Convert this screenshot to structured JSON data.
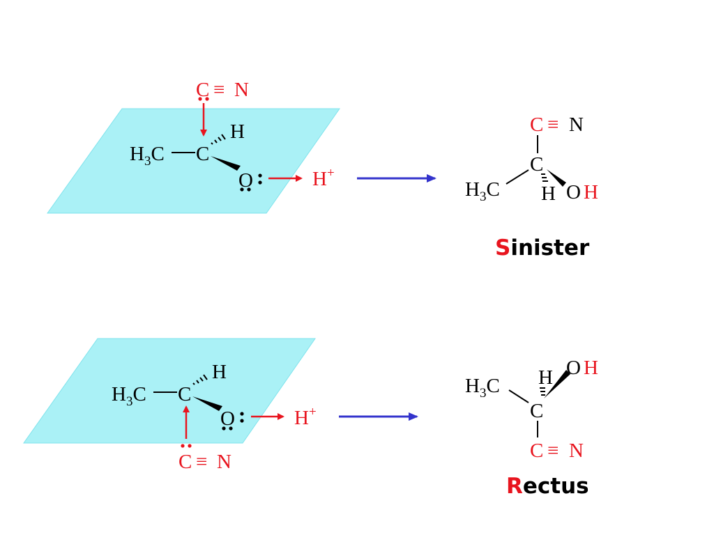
{
  "colors": {
    "plane_fill": "#AAF1F6",
    "plane_stroke": "#7FE3EC",
    "red": "#E8141E",
    "blue": "#3333CC",
    "black": "#000000"
  },
  "atoms": {
    "C": "C",
    "N": "N",
    "H": "H",
    "O": "O",
    "triple_bond": "≡",
    "methyl_H": "H",
    "methyl_sub": "3",
    "methyl_C": "C",
    "plus": "+"
  },
  "top": {
    "label_first": "S",
    "label_rest": "inister"
  },
  "bottom": {
    "label_first": "R",
    "label_rest": "ectus"
  }
}
